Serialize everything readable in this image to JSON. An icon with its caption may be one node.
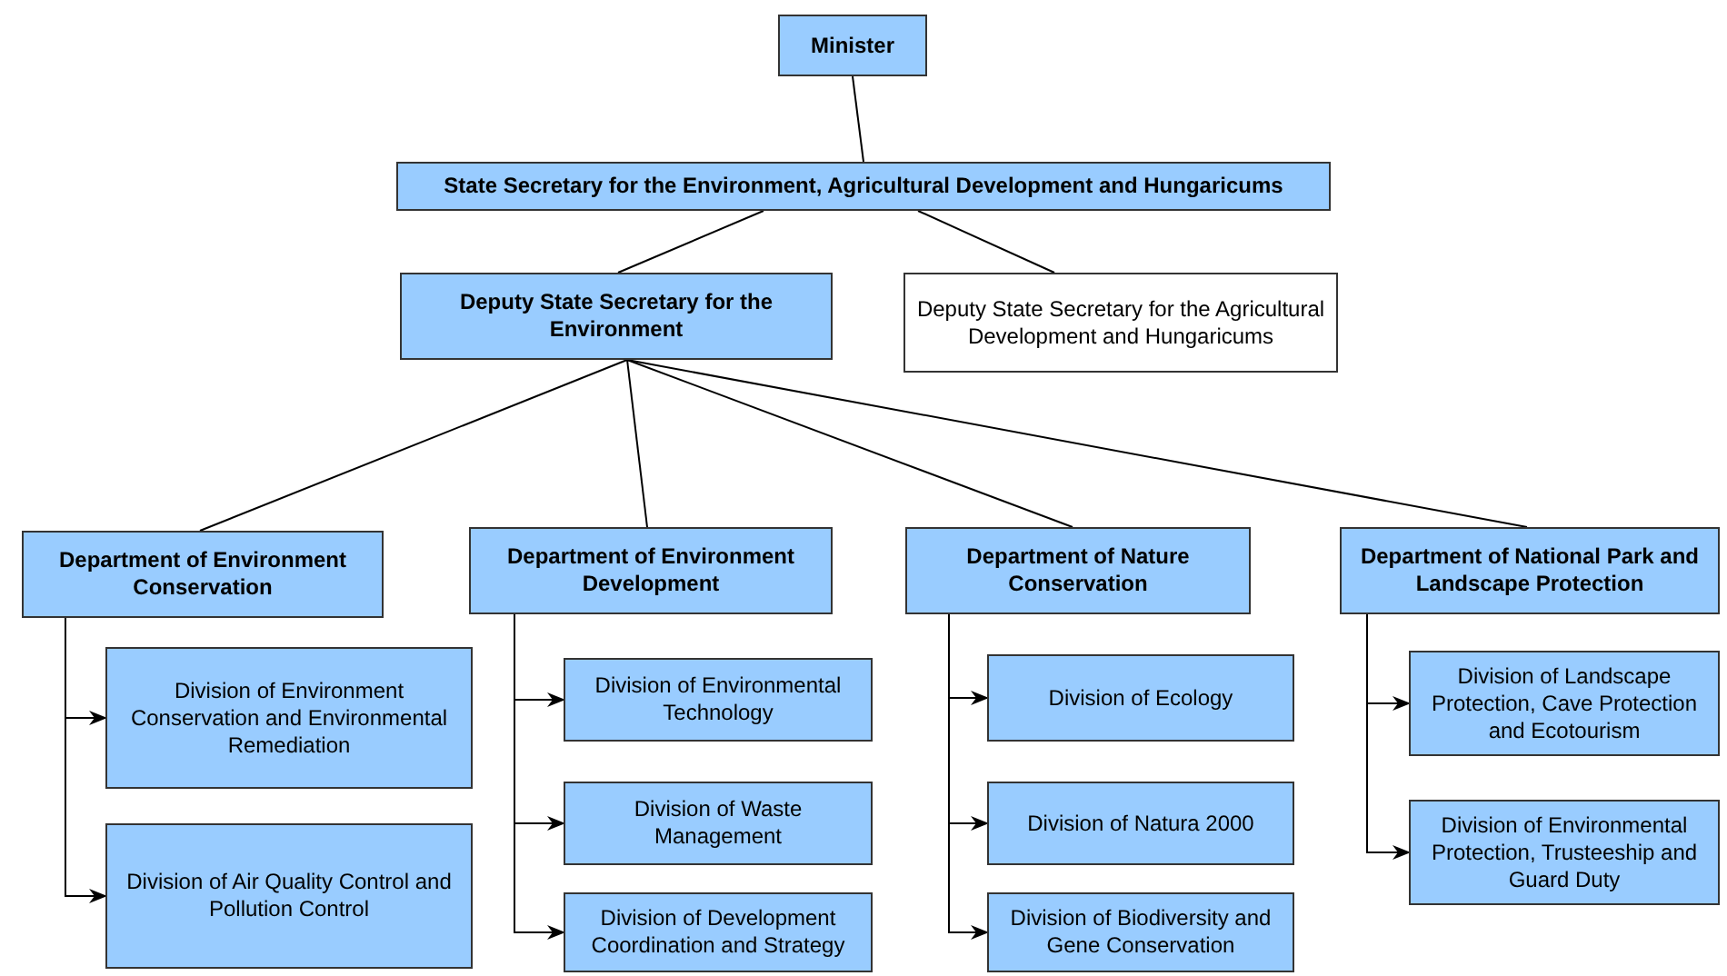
{
  "diagram": {
    "nodes": [
      {
        "text": [
          "Minister"
        ]
      },
      {
        "text": [
          "State Secretary for the Environment, Agricultural Development and Hungaricums"
        ]
      },
      {
        "text": [
          "Deputy State Secretary for the Environment"
        ]
      },
      {
        "text": [
          "Deputy State Secretary for the Agricultural Development and Hungaricums"
        ]
      },
      {
        "text": [
          "Department of Environment Conservation"
        ]
      },
      {
        "text": [
          "Division of Environment Conservation and Environmental Remediation"
        ]
      },
      {
        "text": [
          "Division of Air Quality Control and Pollution Control"
        ]
      },
      {
        "text": [
          "Department of Environment Development"
        ]
      },
      {
        "text": [
          "Division of Environmental Technology"
        ]
      },
      {
        "text": [
          "Division of Waste Management"
        ]
      },
      {
        "text": [
          "Division of Development Coordination and Strategy"
        ]
      },
      {
        "text": [
          "Department of Nature Conservation"
        ]
      },
      {
        "text": [
          "Division of Ecology"
        ]
      },
      {
        "text": [
          "Division of Natura 2000"
        ]
      },
      {
        "text": [
          "Division of Biodiversity and Gene Conservation"
        ]
      },
      {
        "text": [
          "Department of National Park and Landscape Protection"
        ]
      },
      {
        "text": [
          "Division of Landscape Protection, Cave Protection and Ecotourism"
        ]
      },
      {
        "text": [
          "Division of Environmental Protection, Trusteeship and Guard Duty"
        ]
      }
    ],
    "edges": [
      {
        "from": 0,
        "to": 1,
        "arrow": "none"
      },
      {
        "from": 1,
        "to": 2,
        "arrow": "none"
      },
      {
        "from": 1,
        "to": 3,
        "arrow": "none"
      },
      {
        "from": 2,
        "to": 4,
        "arrow": "none"
      },
      {
        "from": 2,
        "to": 7,
        "arrow": "none"
      },
      {
        "from": 2,
        "to": 11,
        "arrow": "none"
      },
      {
        "from": 2,
        "to": 15,
        "arrow": "none"
      },
      {
        "from": 4,
        "to": 5,
        "arrow": "to"
      },
      {
        "from": 4,
        "to": 6,
        "arrow": "to"
      },
      {
        "from": 7,
        "to": 8,
        "arrow": "to"
      },
      {
        "from": 7,
        "to": 9,
        "arrow": "to"
      },
      {
        "from": 7,
        "to": 10,
        "arrow": "to"
      },
      {
        "from": 11,
        "to": 12,
        "arrow": "to"
      },
      {
        "from": 11,
        "to": 13,
        "arrow": "to"
      },
      {
        "from": 11,
        "to": 14,
        "arrow": "to"
      },
      {
        "from": 15,
        "to": 16,
        "arrow": "to"
      },
      {
        "from": 15,
        "to": 17,
        "arrow": "to"
      }
    ]
  }
}
